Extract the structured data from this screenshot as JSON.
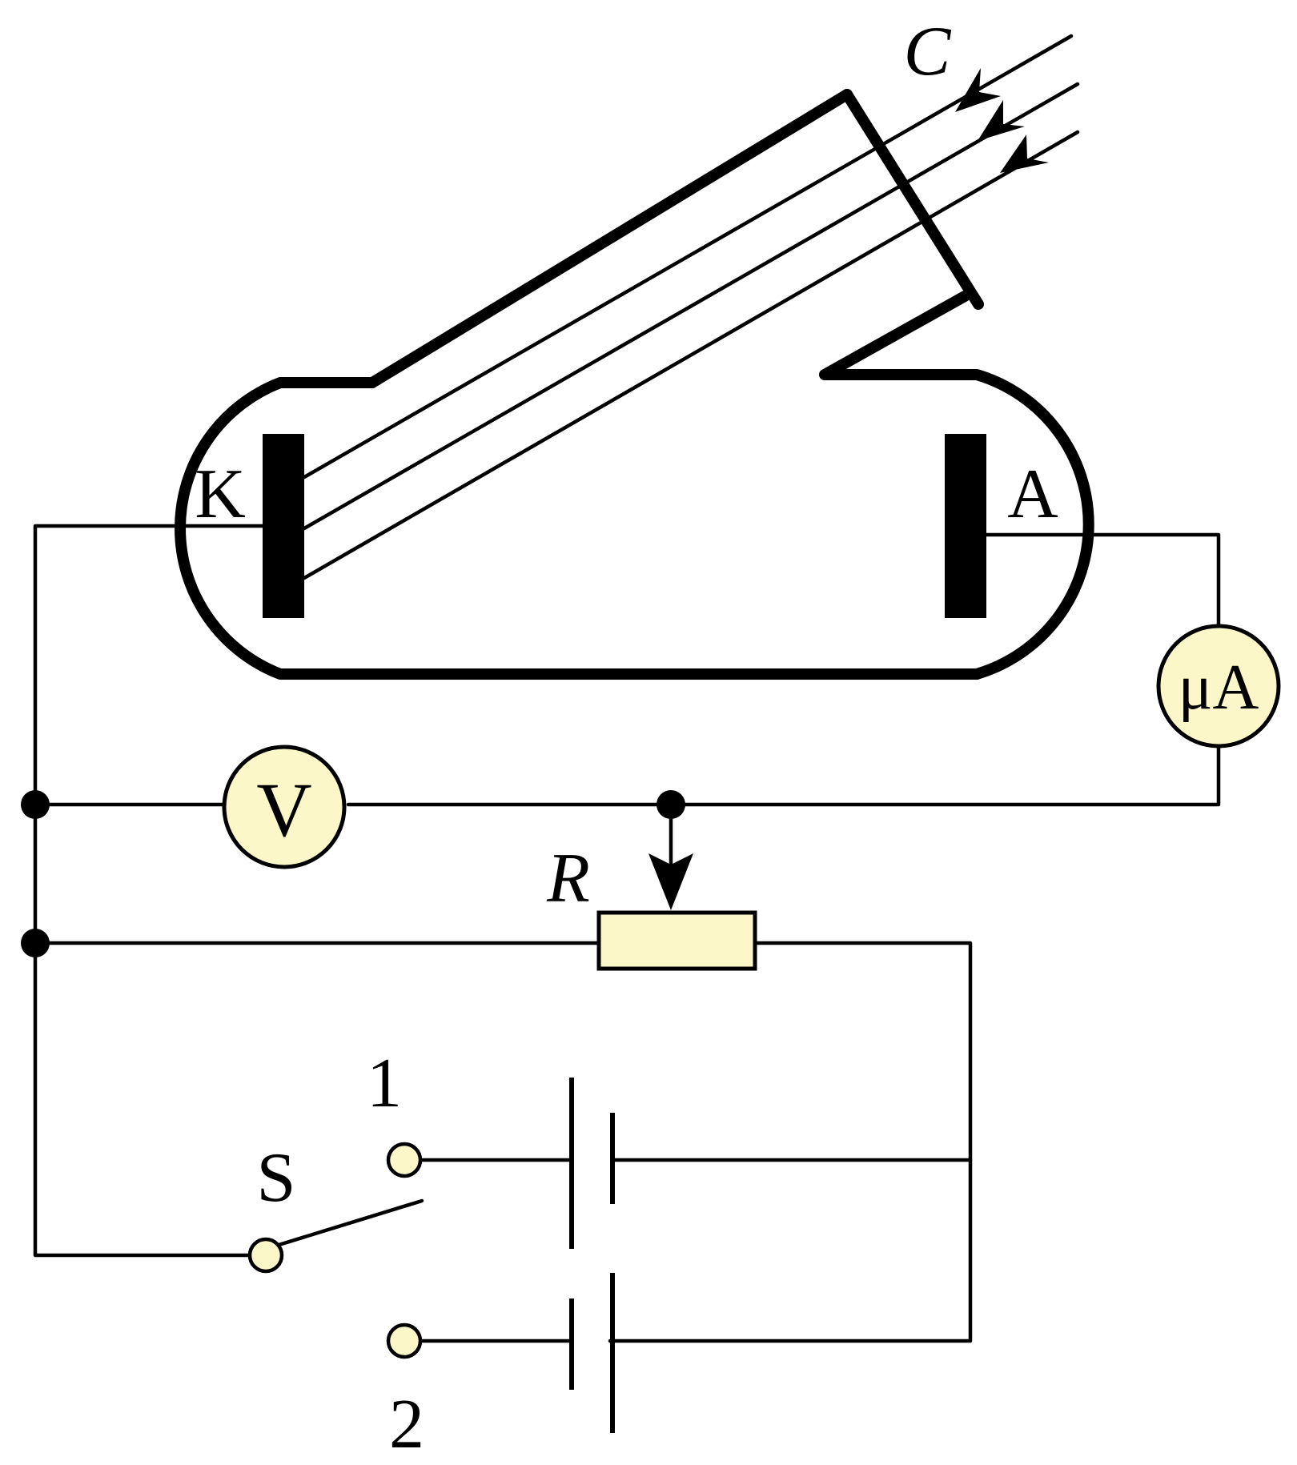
{
  "labels": {
    "cathode": "K",
    "anode": "A",
    "light_source": "C",
    "rheostat": "R",
    "switch": "S",
    "terminal_1": "1",
    "terminal_2": "2"
  },
  "meters": {
    "voltmeter": "V",
    "microammeter": "μA"
  },
  "colors": {
    "component_fill": "#fbf7c8",
    "line": "#000000"
  }
}
